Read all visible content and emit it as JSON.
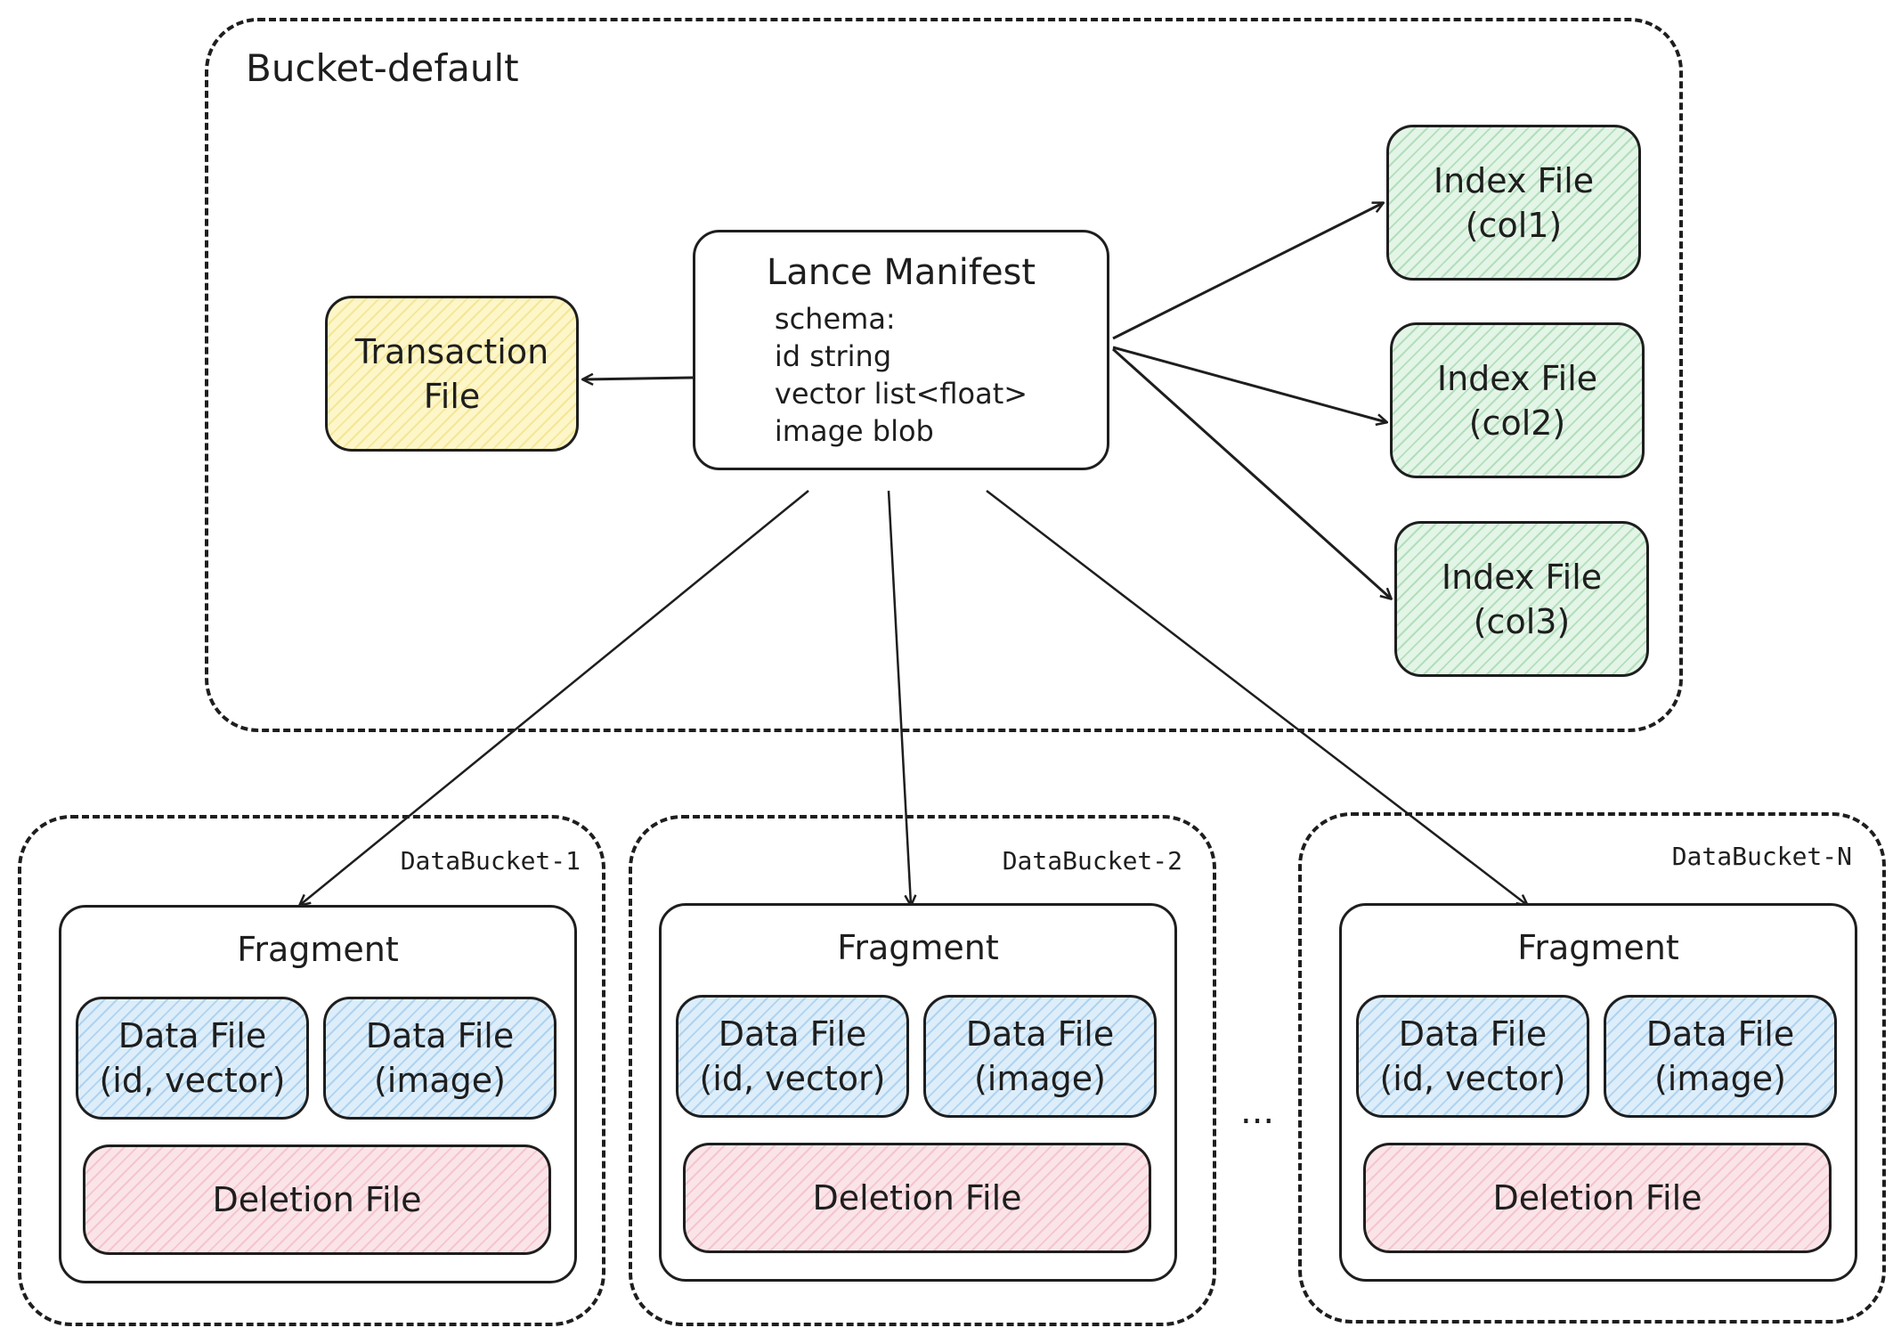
{
  "bucket_default": {
    "label": "Bucket-default"
  },
  "transaction_file": {
    "label_line1": "Transaction",
    "label_line2": "File"
  },
  "manifest": {
    "title": "Lance Manifest",
    "schema_lines": [
      "schema:",
      "id string",
      "vector list<float>",
      "image blob"
    ]
  },
  "index_files": [
    {
      "line1": "Index File",
      "line2": "(col1)"
    },
    {
      "line1": "Index File",
      "line2": "(col2)"
    },
    {
      "line1": "Index File",
      "line2": "(col3)"
    }
  ],
  "data_buckets": [
    {
      "label": "DataBucket-1",
      "fragment": "Fragment",
      "data_file_1": [
        "Data File",
        "(id, vector)"
      ],
      "data_file_2": [
        "Data File",
        "(image)"
      ],
      "deletion_file": "Deletion File"
    },
    {
      "label": "DataBucket-2",
      "fragment": "Fragment",
      "data_file_1": [
        "Data File",
        "(id, vector)"
      ],
      "data_file_2": [
        "Data File",
        "(image)"
      ],
      "deletion_file": "Deletion File"
    },
    {
      "label": "DataBucket-N",
      "fragment": "Fragment",
      "data_file_1": [
        "Data File",
        "(id, vector)"
      ],
      "data_file_2": [
        "Data File",
        "(image)"
      ],
      "deletion_file": "Deletion File"
    }
  ],
  "ellipsis": "...",
  "colors": {
    "stroke": "#1e1e1e",
    "yellow": "#fdf6c8",
    "green": "#e3f5e6",
    "blue": "#ddeefa",
    "pink": "#fbe4e8"
  }
}
